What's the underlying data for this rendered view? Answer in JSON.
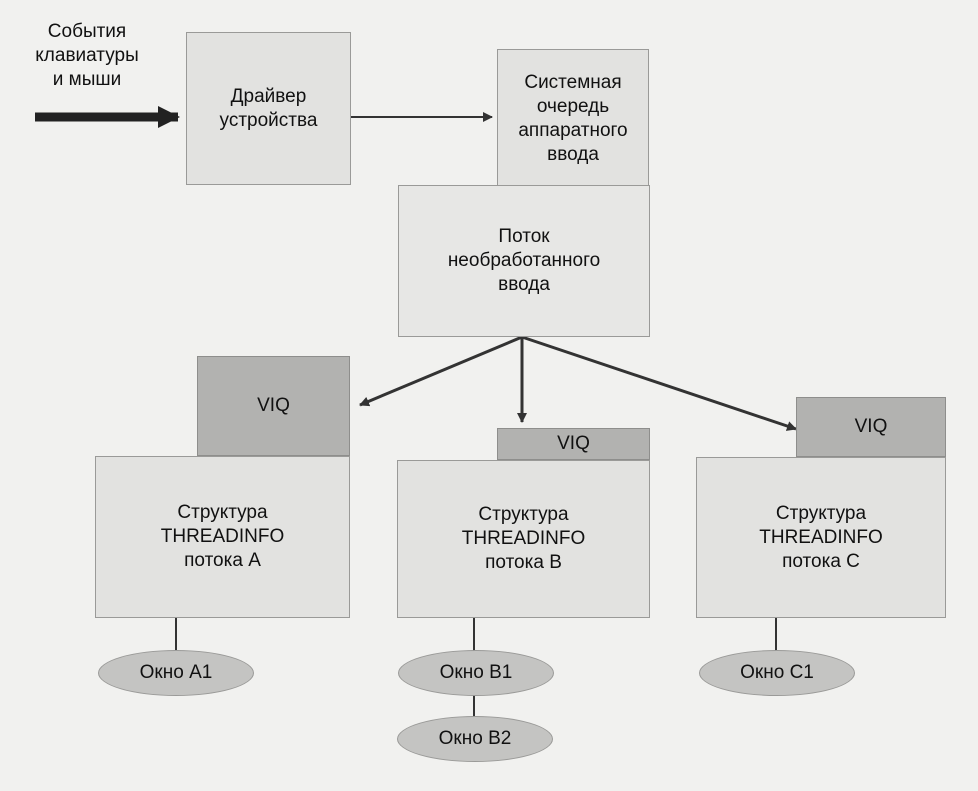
{
  "input_label": "События\nклавиатуры\nи мыши",
  "driver": "Драйвер\nустройства",
  "system_queue": "Системная\nочередь\nаппаратного\nввода",
  "raw_input_thread": "Поток\nнеобработанного\nввода",
  "threads": [
    {
      "viq": "VIQ",
      "threadinfo": "Структура\nTHREADINFO\nпотока A",
      "windows": [
        "Окно A1"
      ]
    },
    {
      "viq": "VIQ",
      "threadinfo": "Структура\nTHREADINFO\nпотока B",
      "windows": [
        "Окно B1",
        "Окно B2"
      ]
    },
    {
      "viq": "VIQ",
      "threadinfo": "Структура\nTHREADINFO\nпотока C",
      "windows": [
        "Окно C1"
      ]
    }
  ],
  "colors": {
    "box_light": "#e2e2e0",
    "box_dark": "#b2b2b0",
    "ellipse": "#c4c4c2",
    "lines": "#333333"
  }
}
